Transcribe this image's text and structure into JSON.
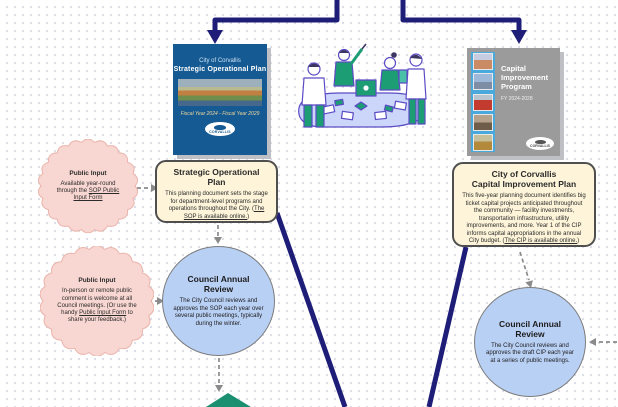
{
  "colors": {
    "navy_connector": "#1e1e78",
    "note_fill": "#fdf4d9",
    "bubble_fill": "#b9d0f5",
    "cloud_fill": "#f8d6d1",
    "triangle_green": "#1b9070",
    "sop_cover_blue": "#155a93",
    "cip_cover_gray": "#9b9b9b"
  },
  "sop_book": {
    "city": "City of Corvallis",
    "title": "Strategic Operational Plan",
    "fiscal": "Fiscal Year 2024 - Fiscal Year 2029",
    "logo_text": "CORVALLIS"
  },
  "cip_book": {
    "title_line1": "Capital",
    "title_line2": "Improvement",
    "title_line3": "Program",
    "fiscal": "FY 2024-2028",
    "logo_text": "CORVALLIS"
  },
  "sop_note": {
    "title": "Strategic Operational Plan",
    "body_pre": "This planning document sets the stage for department-level programs and operations throughout the City. (",
    "link": "The SOP is available online.",
    "body_post": ")"
  },
  "cip_note": {
    "title_line1": "City of Corvallis",
    "title_line2": "Capital Improvement Plan",
    "body_pre": "This five-year planning document identifies big ticket capital projects anticipated throughout the community — facility investments, transportation infrastructure, utility improvements, and more. Year 1 of the CIP informs capital appropriations in the annual City budget. (",
    "link": "The CIP is available online.",
    "body_post": ")"
  },
  "cloud_sop": {
    "title": "Public Input",
    "body_pre": "Available year-round through the ",
    "link": "SOP Public Input Form",
    "body_post": ""
  },
  "cloud_council": {
    "title": "Public Input",
    "body_pre": "In-person or remote public comment is welcome at all Council meetings. (Or use the handy ",
    "link": "Public Input Form",
    "body_post": " to share your feedback.)"
  },
  "council_review_sop": {
    "title": "Council Annual Review",
    "body": "The City Council reviews and approves the SOP each year over several public meetings, typically during the winter."
  },
  "council_review_cip": {
    "title": "Council Annual Review",
    "body": "The City Council reviews and approves the draft CIP each year at a series of public meetings."
  }
}
